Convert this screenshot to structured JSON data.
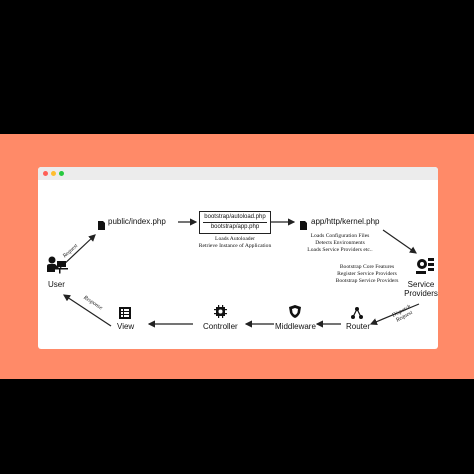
{
  "window": {
    "controls": [
      "close",
      "minimize",
      "zoom"
    ]
  },
  "nodes": {
    "user": {
      "label": "User",
      "icon": "user-at-desk-icon"
    },
    "public_index": {
      "label": "public/index.php",
      "icon": "file-icon"
    },
    "bootstrap_box": {
      "autoload": "bootstrap/autoload.php",
      "app": "bootstrap/app.php",
      "notes": [
        "Loads Autoloader",
        "Retrieve Instance of Application"
      ]
    },
    "kernel": {
      "label": "app/http/kernel.php",
      "icon": "file-icon",
      "notes": [
        "Loads Configuration Files",
        "Detects Environments",
        "Loads Service Providers etc.."
      ]
    },
    "service_providers": {
      "label": "Service Providers",
      "icon": "tools-stack-icon",
      "notes": [
        "Bootstrap Core Features",
        "Register Service Providers",
        "Bootstrap Service Providers"
      ]
    },
    "router": {
      "label": "Router",
      "icon": "router-nodes-icon"
    },
    "middleware": {
      "label": "Middleware",
      "icon": "shield-icon"
    },
    "controller": {
      "label": "Controller",
      "icon": "gear-chip-icon"
    },
    "view": {
      "label": "View",
      "icon": "view-list-icon"
    }
  },
  "edges": {
    "request": "Request",
    "response": "Response",
    "dispatch_request": "Dispatch Request"
  }
}
